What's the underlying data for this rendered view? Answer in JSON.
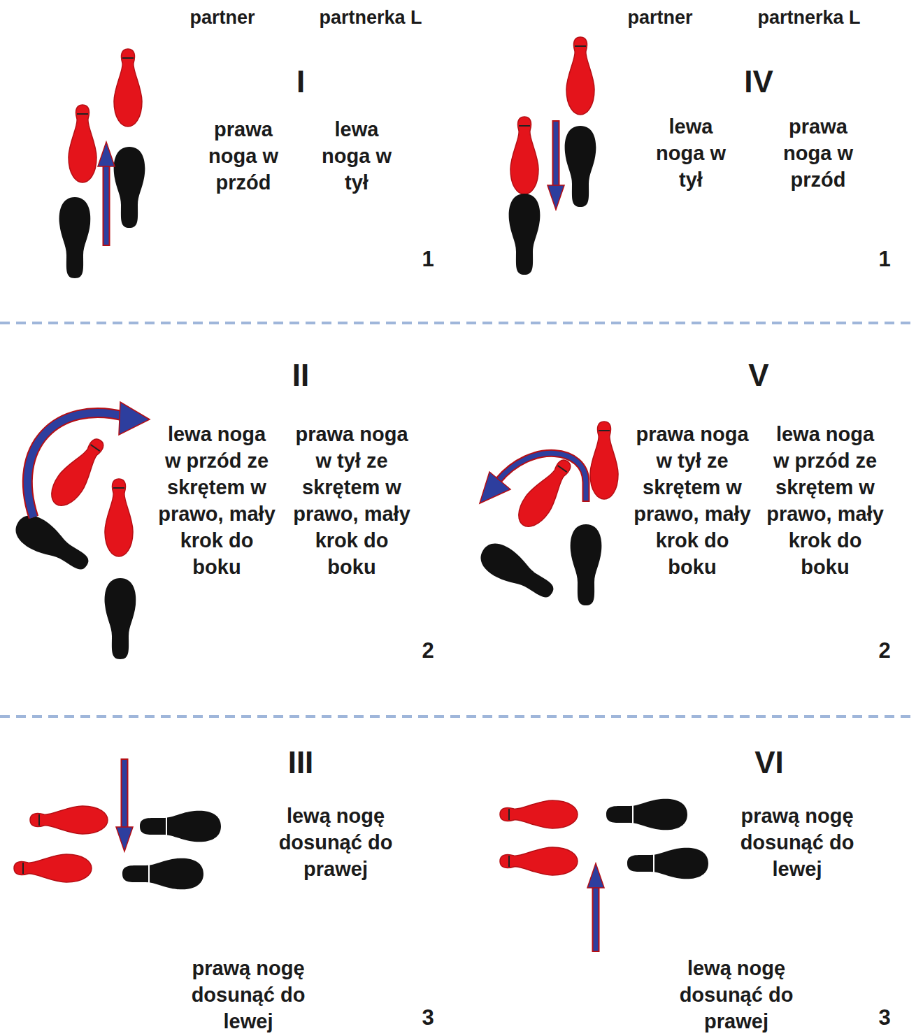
{
  "diagram": {
    "labels": [
      "partner",
      "partnerka L",
      "partner",
      "partnerka L",
      "I",
      "prawa noga w przód",
      "lewa noga w tył",
      "1",
      "IV",
      "lewa noga w tył",
      "prawa noga w przód",
      "1",
      "II",
      "lewa noga w przód ze skrętem w prawo, mały krok do boku",
      "prawa noga w tył ze skrętem w prawo, mały krok do boku",
      "2",
      "V",
      "prawa noga w tył ze skrętem w prawo, mały krok do boku",
      "lewa noga w przód ze skrętem w prawo, mały krok do boku",
      "2",
      "III",
      "lewą nogę dosunąć do prawej",
      "prawą nogę dosunąć do lewej",
      "3",
      "VI",
      "prawą nogę dosunąć do lewej",
      "lewą nogę dosunąć do prawej",
      "3"
    ]
  }
}
